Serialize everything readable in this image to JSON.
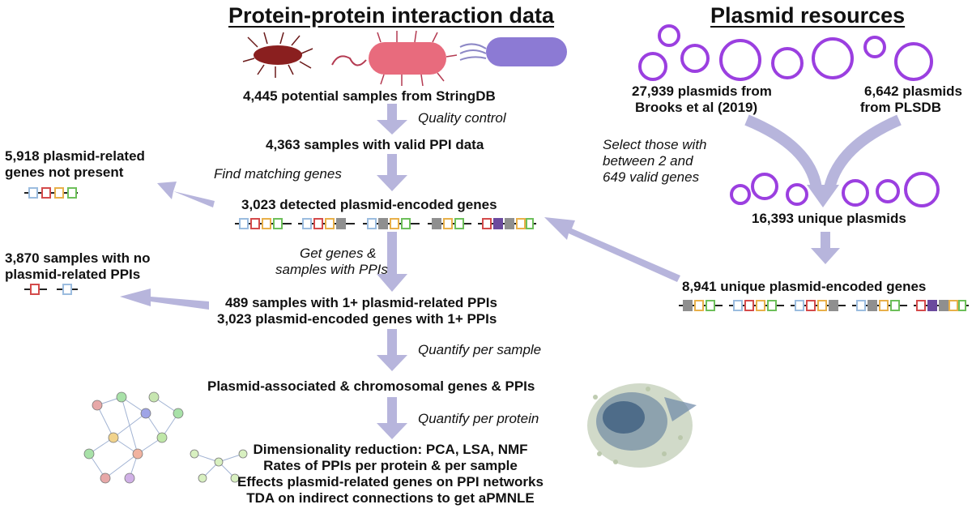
{
  "titles": {
    "ppi": "Protein-protein interaction data",
    "plasmid": "Plasmid resources"
  },
  "main_flow": {
    "potential_samples": "4,445 potential samples from StringDB",
    "quality_control": "Quality control",
    "valid_samples": "4,363 samples with valid PPI data",
    "find_matching": "Find matching genes",
    "detected_genes": "3,023 detected plasmid-encoded genes",
    "get_genes_1": "Get genes &",
    "get_genes_2": "samples with PPIs",
    "samples_1plus": "489 samples with 1+ plasmid-related PPIs",
    "genes_1plus": "3,023 plasmid-encoded genes with 1+ PPIs",
    "quantify_sample": "Quantify per sample",
    "assoc_genes": "Plasmid-associated & chromosomal genes & PPIs",
    "quantify_protein": "Quantify per protein"
  },
  "side_flow": {
    "not_present_1": "5,918 plasmid-related",
    "not_present_2": "genes not present",
    "no_ppi_1": "3,870 samples with no",
    "no_ppi_2": "plasmid-related PPIs"
  },
  "plasmid_flow": {
    "brooks_1": "27,939 plasmids from",
    "brooks_2": "Brooks et al (2019)",
    "plsdb_1": "6,642 plasmids",
    "plsdb_2": "from PLSDB",
    "select_1": "Select those with",
    "select_2": "between 2 and",
    "select_3": "649 valid genes",
    "unique_plasmids": "16,393 unique plasmids",
    "unique_genes": "8,941 unique plasmid-encoded genes"
  },
  "results": [
    "Dimensionality reduction: PCA, LSA, NMF",
    "Rates of PPIs per protein & per sample",
    "Effects plasmid-related genes on PPI networks",
    "TDA on indirect connections to get aPMNLE"
  ],
  "colors": {
    "arrow": "#b7b5dc",
    "plasmid_ring": "#9b3fe0",
    "gene_blue": "#9bbcdf",
    "gene_red": "#d44b4b",
    "gene_orange": "#e8b04a",
    "gene_green": "#6dbf5a",
    "gene_gray": "#8f8f8f",
    "gene_purple": "#6b4a9e"
  },
  "icons": [
    "bacterium-icon",
    "plasmid-ring-icon",
    "gene-cassette-icon",
    "network-graph-icon"
  ]
}
